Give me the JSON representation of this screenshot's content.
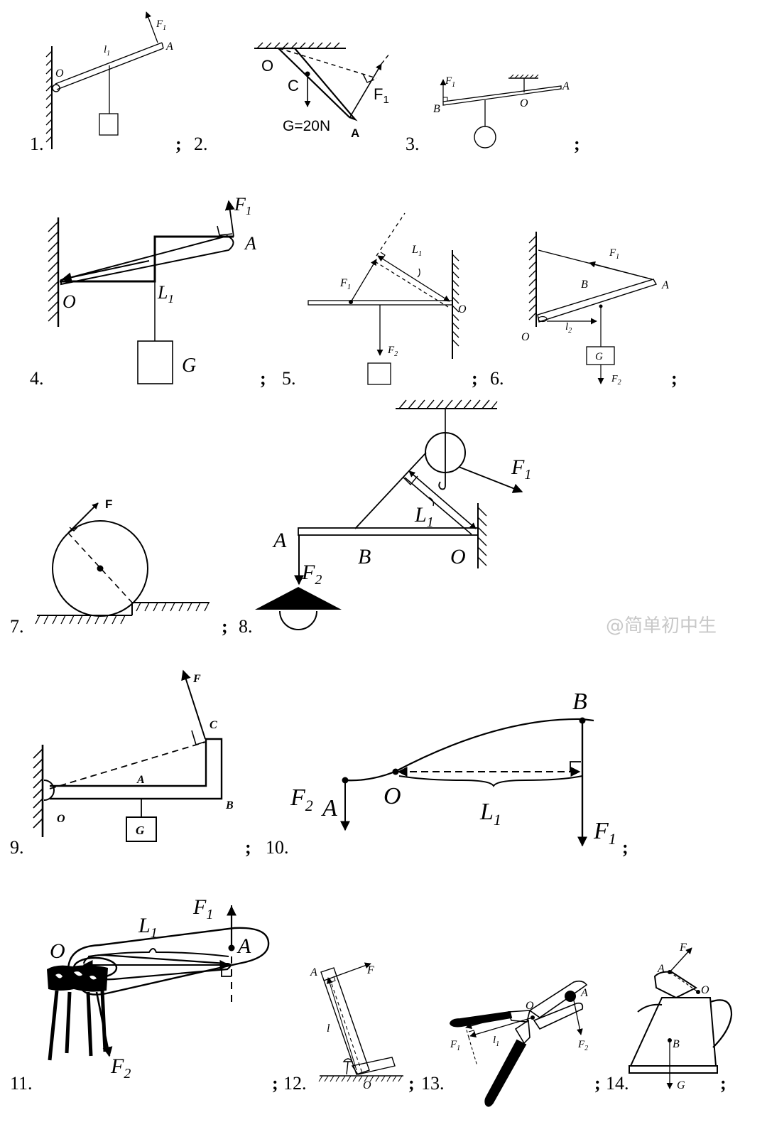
{
  "problems": [
    {
      "n": "1.",
      "labels": {
        "o": "O",
        "a": "A",
        "l": "l",
        "l_sub": "1",
        "f": "F",
        "f_sub": "1"
      }
    },
    {
      "n": "2.",
      "labels": {
        "o": "O",
        "c": "C",
        "g": "G=20N",
        "a": "A",
        "f": "F",
        "f_sub": "1"
      }
    },
    {
      "n": "3.",
      "labels": {
        "b": "B",
        "o": "O",
        "a": "A",
        "f": "F",
        "f_sub": "1"
      }
    },
    {
      "n": "4.",
      "labels": {
        "o": "O",
        "a": "A",
        "f": "F",
        "f_sub": "1",
        "l": "L",
        "l_sub": "1",
        "g": "G"
      }
    },
    {
      "n": "5.",
      "labels": {
        "o": "O",
        "f1": "F",
        "f1_sub": "1",
        "l": "L",
        "l_sub": "1",
        "f2": "F",
        "f2_sub": "2"
      }
    },
    {
      "n": "6.",
      "labels": {
        "o": "O",
        "a": "A",
        "b": "B",
        "f1": "F",
        "f1_sub": "1",
        "l": "l",
        "l_sub": "2",
        "g": "G",
        "f2": "F",
        "f2_sub": "2"
      }
    },
    {
      "n": "7.",
      "labels": {
        "f": "F"
      }
    },
    {
      "n": "8.",
      "labels": {
        "a": "A",
        "b": "B",
        "o": "O",
        "f1": "F",
        "f1_sub": "1",
        "l": "L",
        "l_sub": "1",
        "f2": "F",
        "f2_sub": "2"
      }
    },
    {
      "n": "9.",
      "labels": {
        "o": "O",
        "a": "A",
        "b": "B",
        "c": "C",
        "f": "F",
        "g": "G"
      }
    },
    {
      "n": "10.",
      "labels": {
        "b": "B",
        "o": "O",
        "a": "A",
        "f2": "F",
        "f2_sub": "2",
        "l": "L",
        "l_sub": "1",
        "f1": "F",
        "f1_sub": "1"
      }
    },
    {
      "n": "11.",
      "labels": {
        "o": "O",
        "a": "A",
        "l": "L",
        "l_sub": "1",
        "f1": "F",
        "f1_sub": "1",
        "f2": "F",
        "f2_sub": "2"
      }
    },
    {
      "n": "12.",
      "labels": {
        "a": "A",
        "f": "F",
        "l": "l",
        "o": "O"
      }
    },
    {
      "n": "13.",
      "labels": {
        "o": "O",
        "a": "A",
        "f1": "F",
        "f1_sub": "1",
        "l": "l",
        "l_sub": "1",
        "f2": "F",
        "f2_sub": "2"
      }
    },
    {
      "n": "14.",
      "labels": {
        "f": "F",
        "a": "A",
        "o": "O",
        "b": "B",
        "g": "G"
      }
    }
  ],
  "separator": ";",
  "watermark": "@简单初中生"
}
